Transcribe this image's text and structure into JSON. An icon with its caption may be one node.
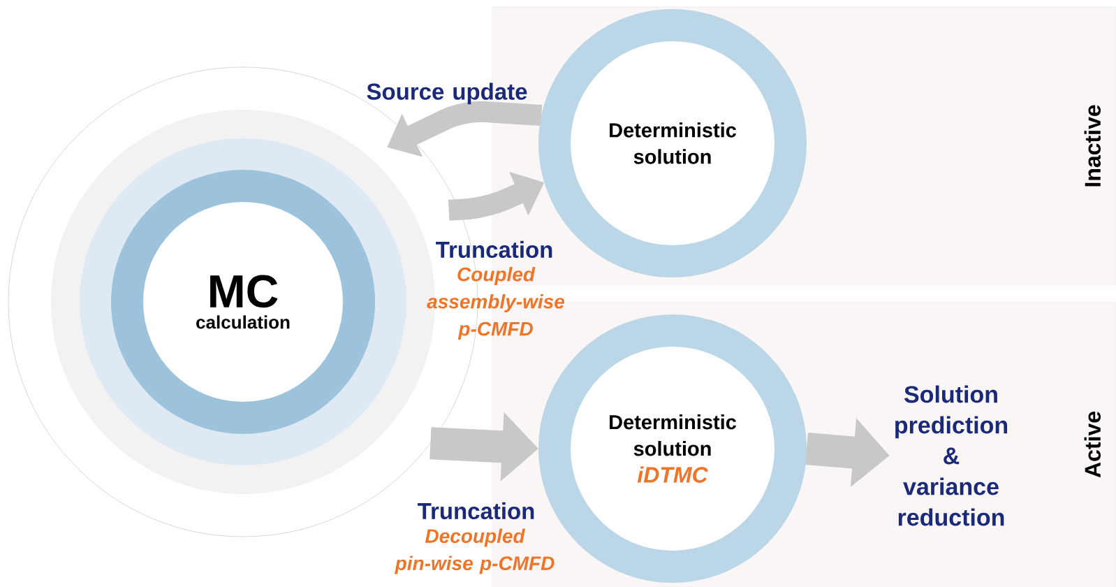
{
  "diagram": {
    "nodes": [
      {
        "text": [
          "Inactive"
        ]
      },
      {
        "text": [
          "Active"
        ]
      },
      {
        "text": [
          "MC",
          "calculation"
        ]
      },
      {
        "text": [
          "Deterministic solution"
        ],
        "in": 0
      },
      {
        "text": [
          "Deterministic solution",
          "iDTMC"
        ],
        "in": 1
      },
      {
        "text": [
          "Solution prediction & variance reduction"
        ],
        "in": 1
      }
    ],
    "edges": [
      {
        "from": 3,
        "to": 2,
        "arrow": "to"
      },
      {
        "from": 2,
        "to": 3,
        "arrow": "to"
      },
      {
        "from": 2,
        "to": 4,
        "arrow": "to"
      },
      {
        "from": 4,
        "to": 5,
        "arrow": "to"
      }
    ],
    "labels": [
      "Source update",
      "Truncation",
      "Coupled assembly-wise p-CMFD",
      "Truncation",
      "Decoupled pin-wise p-CMFD"
    ]
  }
}
